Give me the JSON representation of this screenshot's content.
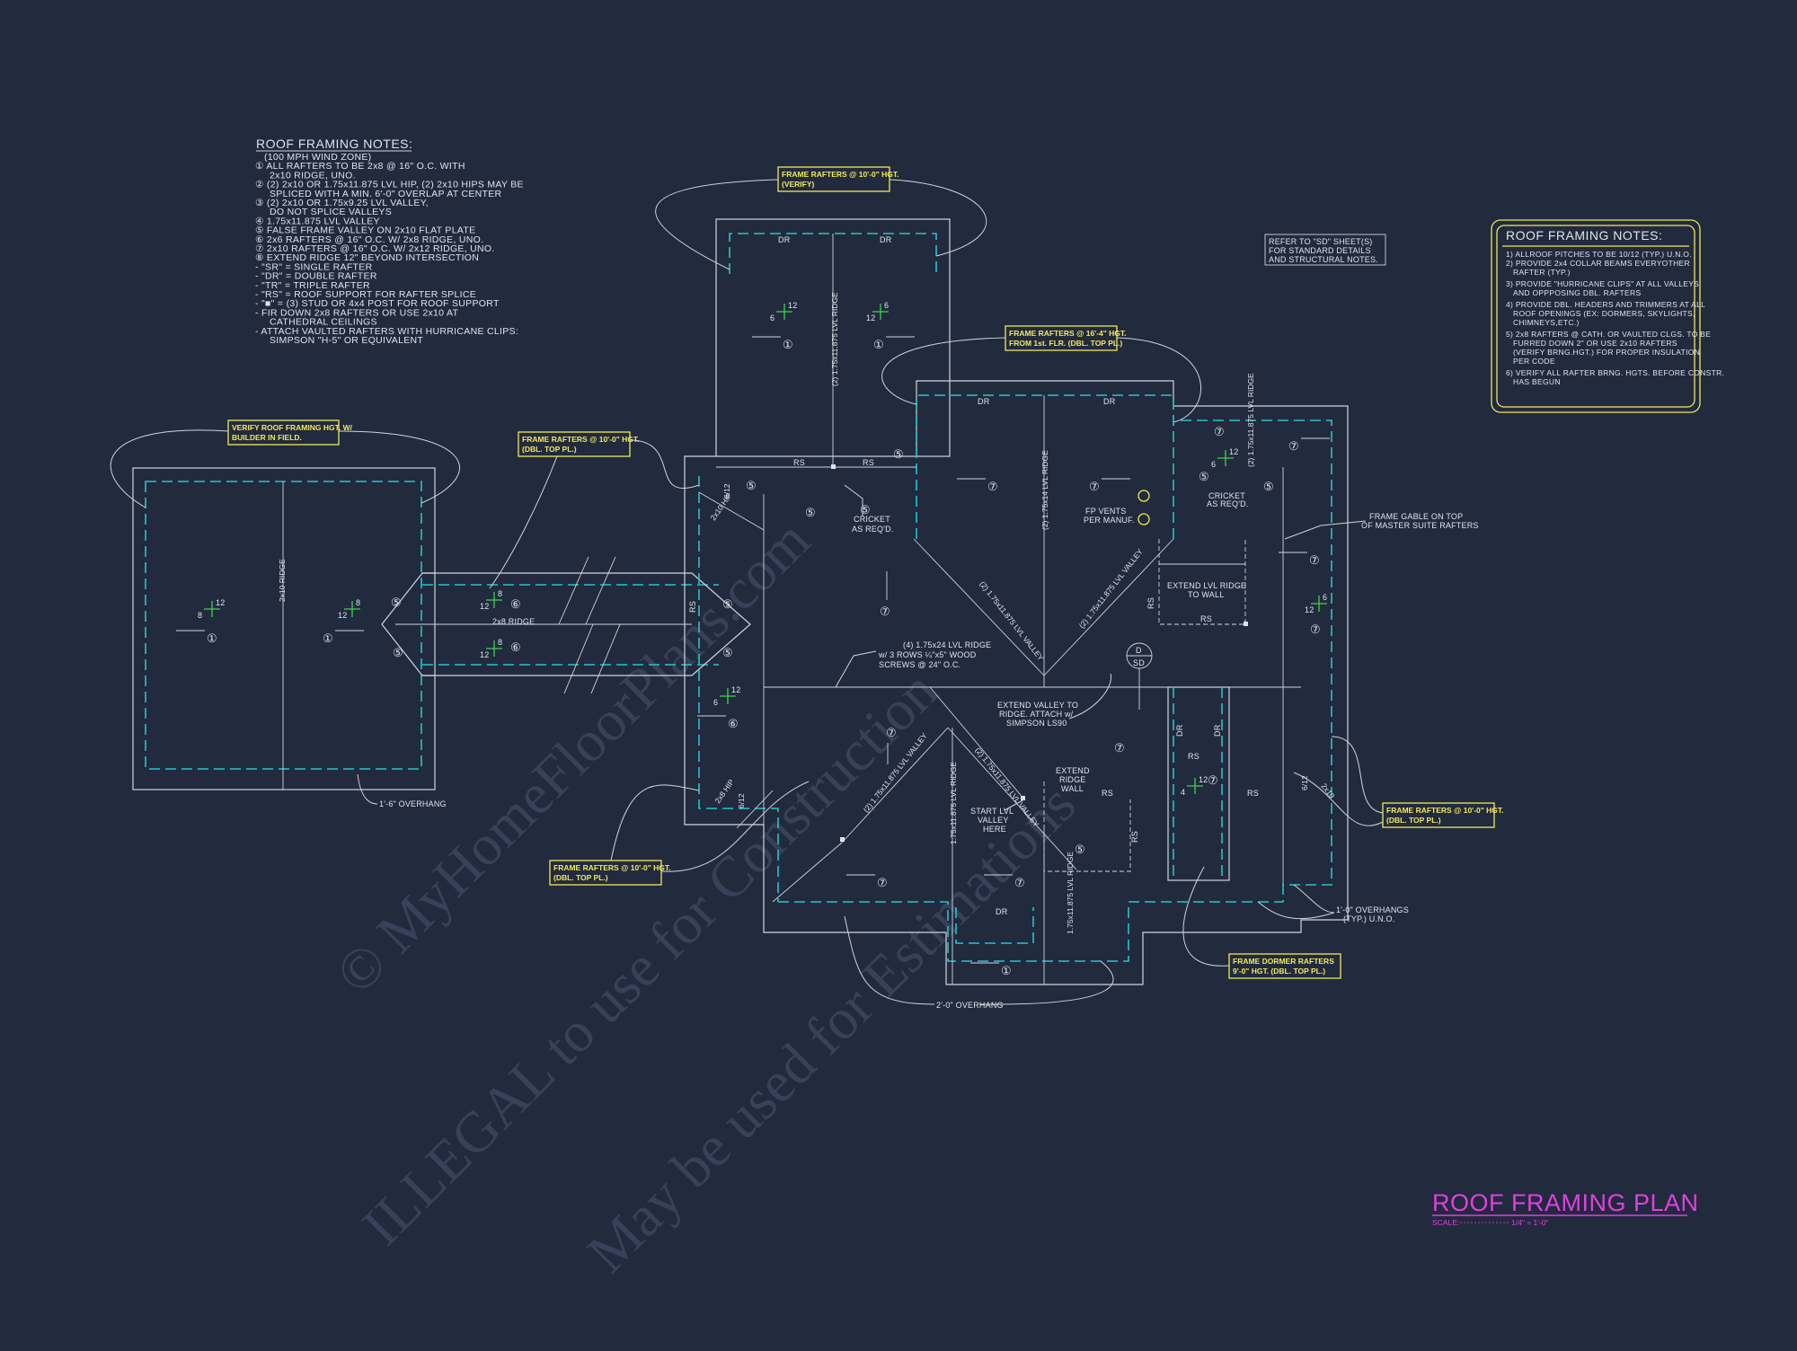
{
  "colors": {
    "background": "#222a3e",
    "linework": "#cfd4de",
    "roof_edge": "#23c4cf",
    "callout": "#f2e85a",
    "title": "#e040e0",
    "pitch": "#3fd24a"
  },
  "left_notes": {
    "title": "ROOF FRAMING NOTES:",
    "lines": [
      "(100 MPH WIND ZONE)",
      "① ALL RAFTERS TO BE 2x8 @ 16\" O.C. WITH",
      "2x10 RIDGE, UNO.",
      "② (2) 2x10 OR 1.75x11.875 LVL HIP, (2) 2x10 HIPS MAY BE",
      "SPLICED WITH A MIN. 6'-0\" OVERLAP AT CENTER",
      "③ (2) 2x10 OR 1.75x9.25 LVL VALLEY,",
      "DO NOT SPLICE VALLEYS",
      "④ 1.75x11.875 LVL VALLEY",
      "⑤ FALSE FRAME VALLEY ON 2x10 FLAT PLATE",
      "⑥ 2x6 RAFTERS @ 16\" O.C. W/ 2x8 RIDGE, UNO.",
      "⑦ 2x10 RAFTERS @ 16\" O.C. W/ 2x12 RIDGE, UNO.",
      "⑧ EXTEND RIDGE 12\" BEYOND INTERSECTION",
      "- \"SR\" = SINGLE RAFTER",
      "- \"DR\" = DOUBLE RAFTER",
      "- \"TR\" = TRIPLE RAFTER",
      "- \"RS\" = ROOF SUPPORT FOR RAFTER SPLICE",
      "- \"■\" = (3) STUD OR 4x4 POST FOR ROOF SUPPORT",
      "- FIR DOWN 2x8 RAFTERS OR USE 2x10 AT",
      "CATHEDRAL CEILINGS",
      "- ATTACH VAULTED RAFTERS WITH HURRICANE CLIPS:",
      "SIMPSON \"H-5\" OR EQUIVALENT"
    ]
  },
  "right_notes": {
    "title": "ROOF FRAMING NOTES:",
    "lines": [
      "1) ALLROOF PITCHES TO BE 10/12 (TYP.) U.N.O.",
      "2) PROVIDE 2x4 COLLAR BEAMS EVERYOTHER",
      "RAFTER (TYP.)",
      "3) PROVIDE \"HURRICANE CLIPS\" AT ALL VALLEYS",
      "AND OPPPOSING DBL. RAFTERS",
      "4) PROVIDE DBL. HEADERS AND TRIMMERS AT ALL",
      "ROOF OPENINGS (EX: DORMERS, SKYLIGHTS,",
      "CHIMNEYS,ETC.)",
      "5) 2x8 RAFTERS @ CATH. OR VAULTED CLGS. TO BE",
      "FURRED DOWN 2\" OR USE 2x10 RAFTERS",
      "(VERIFY BRNG.HGT.) FOR PROPER INSULATION",
      "PER CODE",
      "6) VERIFY ALL RAFTER BRNG. HGTS. BEFORE CONSTR.",
      "HAS BEGUN"
    ]
  },
  "refer_note": [
    "REFER TO \"SD\" SHEET(S)",
    "FOR STANDARD DETAILS",
    "AND STRUCTURAL NOTES."
  ],
  "callouts": {
    "c_verify_hgt": [
      "FRAME RAFTERS @ 10'-0\" HGT.",
      "(VERIFY)"
    ],
    "c_builder": [
      "VERIFY ROOF FRAMING HGT. W/",
      "BUILDER IN FIELD."
    ],
    "c_dbl_left": [
      "FRAME RAFTERS @ 10'-0\" HGT.",
      "(DBL. TOP PL.)"
    ],
    "c_1st_flr": [
      "FRAME RAFTERS @ 16'-4\" HGT.",
      "FROM 1st. FLR. (DBL. TOP PL.)"
    ],
    "c_dbl_bottom": [
      "FRAME RAFTERS @ 10'-0\" HGT.",
      "(DBL. TOP PL.)"
    ],
    "c_dbl_right": [
      "FRAME RAFTERS @ 10'-0\" HGT.",
      "(DBL. TOP PL.)"
    ],
    "c_dormer": [
      "FRAME DORMER RAFTERS",
      "9'-0\" HGT. (DBL. TOP PL.)"
    ]
  },
  "labels": {
    "ridge_2x10": "2x10 RIDGE",
    "ridge_lvl_top": "(2) 1.75x11.875 LVL RIDGE",
    "ridge_2x8": "2x8 RIDGE",
    "lvl_ridge_4": [
      "(4) 1.75x24 LVL RIDGE",
      "w/ 3 ROWS ¼\"x5\" WOOD",
      "SCREWS @ 24\" O.C."
    ],
    "ridge_175x14": "(2) 1.75x14 LVL RIDGE",
    "cricket1": [
      "CRICKET",
      "AS REQ'D."
    ],
    "cricket2": [
      "CRICKET",
      "AS REQ'D."
    ],
    "fp_vents": [
      "FP VENTS",
      "PER MANUF."
    ],
    "frame_gable": [
      "FRAME GABLE ON TOP",
      "OF MASTER SUITE RAFTERS"
    ],
    "extend_lvl": [
      "EXTEND LVL RIDGE",
      "TO WALL"
    ],
    "extend_valley": [
      "EXTEND VALLEY TO",
      "RIDGE.  ATTACH w/",
      "SIMPSON LS90"
    ],
    "extend_ridge_wall": [
      "EXTEND",
      "RIDGE",
      "WALL"
    ],
    "start_lvl": [
      "START LVL",
      "VALLEY",
      "HERE"
    ],
    "overhang_left": "1'-6\" OVERHANG",
    "overhang_bottom": "2'-0\" OVERHANG",
    "overhang_right": [
      "1'-0\" OVERHANGS",
      "(TYP.) U.N.O."
    ],
    "valley1": "(2) 1.75x11.875 LVL VALLEY",
    "valley2": "(2) 1.75x11.875 LVL VALLEY",
    "valley3": "(2) 1.75x11.875 LVL VALLEY",
    "valley4": "(2) 1.75x11.875 LVL VALLEY",
    "ridge_bottom_v": "1.75x11.875 LVL RIDGE",
    "ridge_bottom_v2": "1.75x11.875 LVL RIDGE",
    "ridge_right_v": "(2) 1.75x11.875 LVL RIDGE",
    "hip_top": "2x10 HIP",
    "hip_bottom": "2x8 HIP",
    "section_num": "D",
    "section_sheet": "SD",
    "dr": "DR",
    "rs": "RS",
    "pitch12": "12",
    "pitch6": "6",
    "pitch8": "8",
    "pitch4": "4",
    "pitch6_12": "6/12",
    "pitch2x10": "2x10"
  },
  "plan_title": "ROOF FRAMING PLAN",
  "scale_label": "SCALE:",
  "scale_value": "1/4\" = 1'-0\"",
  "watermark": [
    "© MyHomeFloorPlans.com",
    "ILLEGAL to use for Construction",
    "May be used for Estimations"
  ]
}
